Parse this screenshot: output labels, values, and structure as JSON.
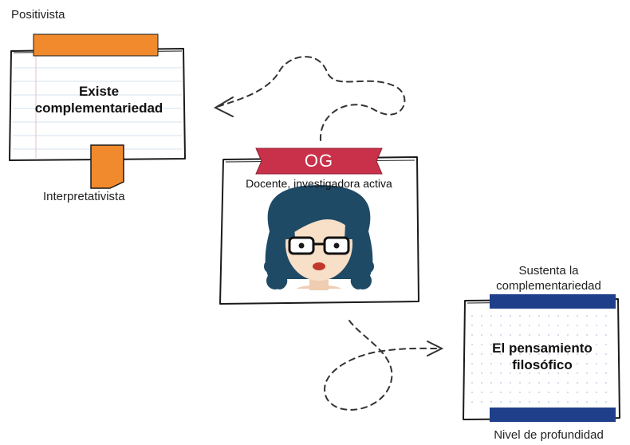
{
  "left_card": {
    "top_label": "Positivista",
    "title": "Existe complementariedad",
    "bottom_label": "Interpretativista",
    "tab_color": "#f08a2c"
  },
  "center_card": {
    "badge": "OG",
    "subtitle": "Docente, investigadora activa",
    "tab_color": "#c9314a",
    "avatar_icon": "teacher-avatar-icon"
  },
  "right_card": {
    "top_label": "Sustenta la complementariedad",
    "title": "El pensamiento filosófico",
    "bottom_label": "Nivel de profundidad",
    "tab_color": "#1f3f8a"
  },
  "colors": {
    "ink": "#1a1a1a",
    "hair": "#1f4a66",
    "skin": "#f7dfc8",
    "lips": "#c0392b"
  }
}
